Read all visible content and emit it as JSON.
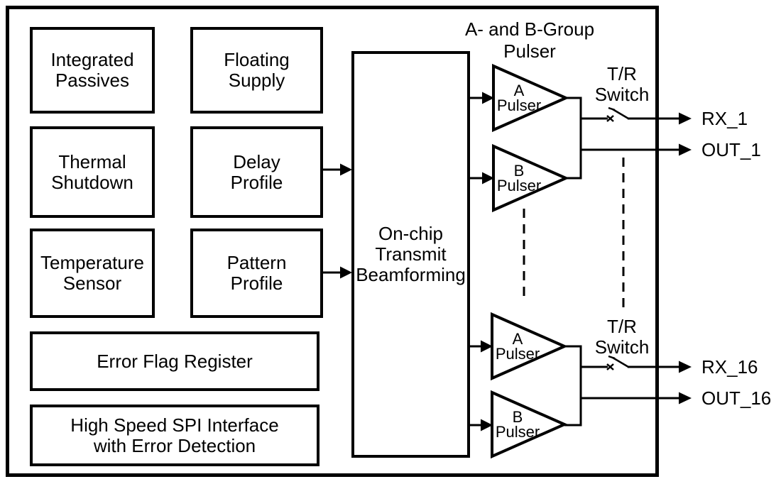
{
  "figure": {
    "colors": {
      "line": "#000000",
      "background": "#ffffff"
    },
    "blocks": {
      "integrated_passives": "Integrated Passives",
      "floating_supply": "Floating Supply",
      "thermal_shutdown": "Thermal Shutdown",
      "delay_profile": "Delay Profile",
      "temperature_sensor": "Temperature Sensor",
      "pattern_profile": "Pattern Profile",
      "error_flag_register": "Error Flag Register",
      "spi_interface": "High Speed SPI Interface with Error Detection",
      "beamformer": "On-chip Transmit Beamforming"
    },
    "pulser_section": {
      "title": "A- and B-Group Pulser",
      "a_pulser": "A Pulser",
      "b_pulser": "B Pulser",
      "tr_switch": "T/R Switch"
    },
    "ports": {
      "rx_1": "RX_1",
      "out_1": "OUT_1",
      "rx_16": "RX_16",
      "out_16": "OUT_16"
    }
  }
}
